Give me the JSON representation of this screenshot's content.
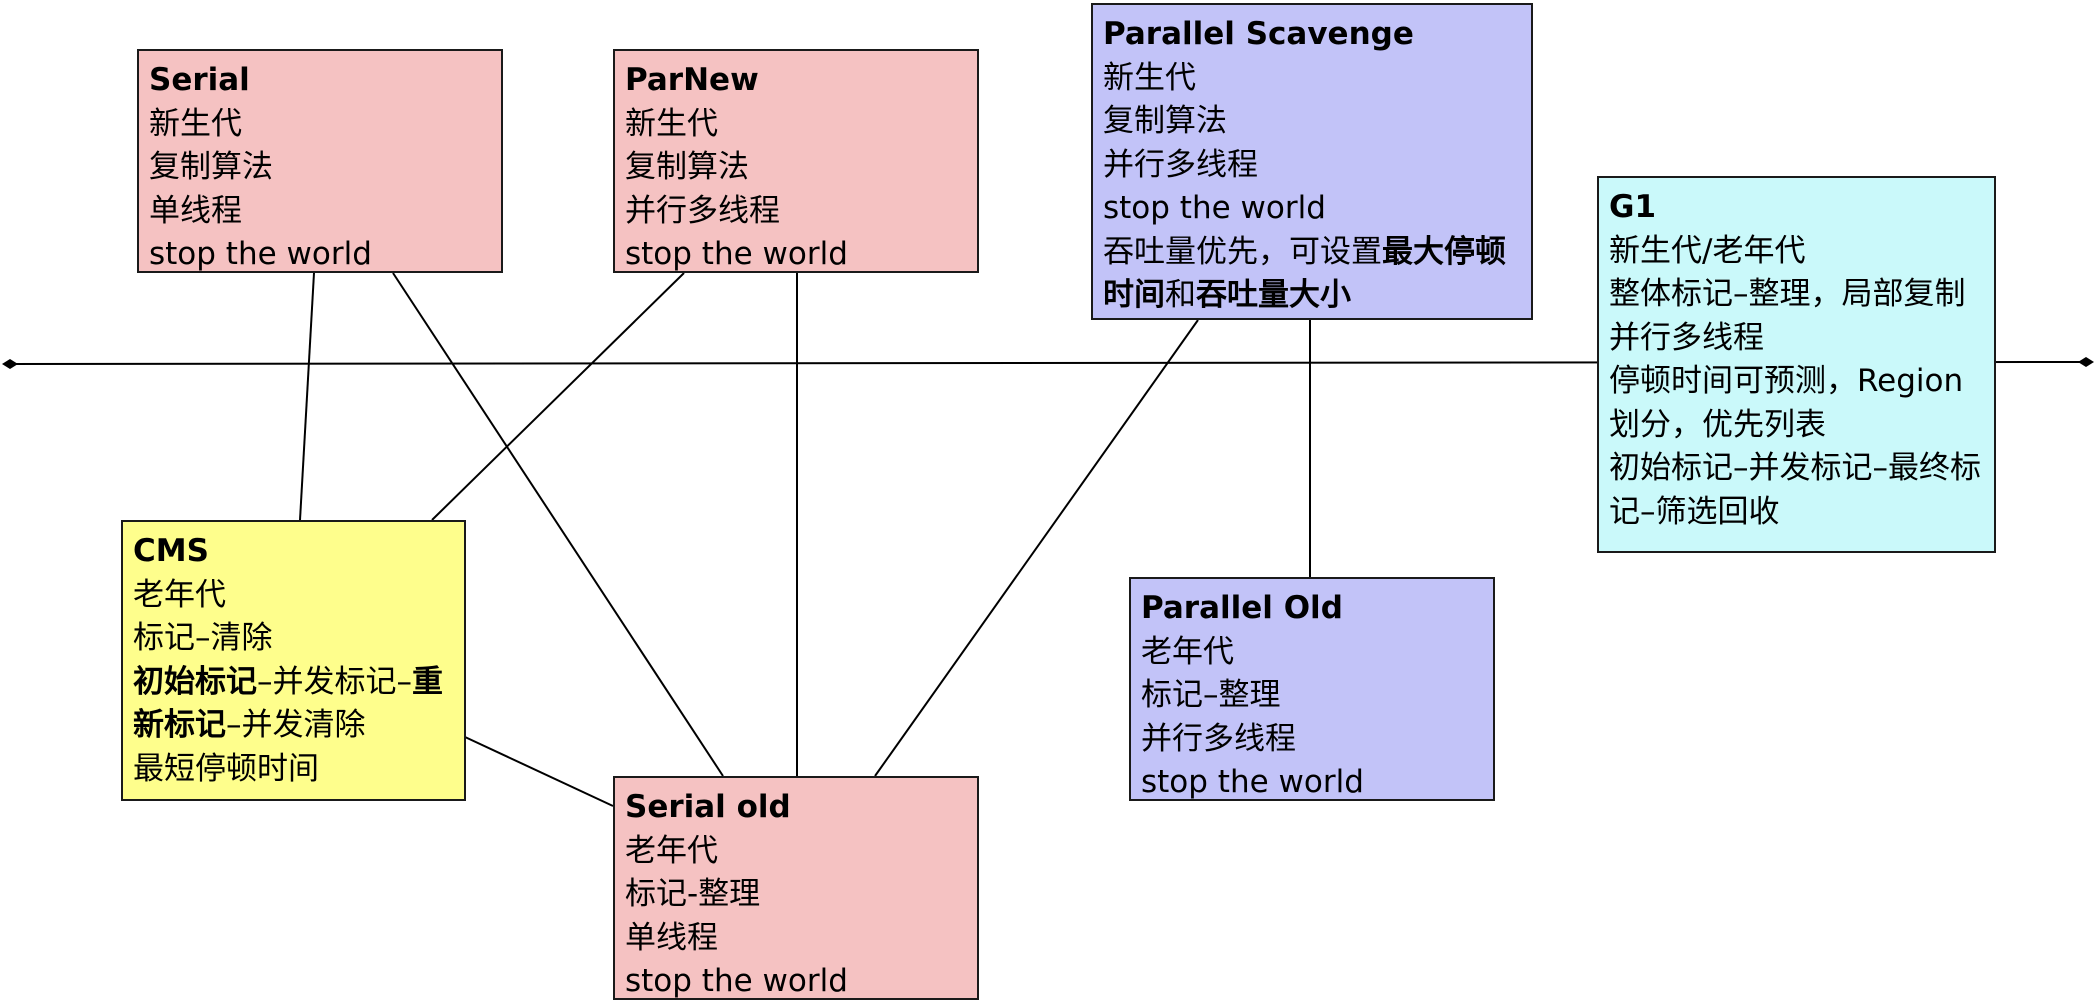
{
  "colors": {
    "serial_family": "#f5c2c2",
    "parallel_family": "#c2c3f8",
    "cms": "#fefe8c",
    "g1": "#caf9fa",
    "line": "#000000"
  },
  "nodes": {
    "serial": {
      "title": "Serial",
      "lines": [
        "新生代",
        "复制算法",
        "单线程",
        "stop the world"
      ]
    },
    "parnew": {
      "title": "ParNew",
      "lines": [
        "新生代",
        "复制算法",
        "并行多线程",
        "stop the world"
      ]
    },
    "parallel_scavenge": {
      "title": "Parallel Scavenge",
      "lines": [
        "新生代",
        "复制算法",
        "并行多线程",
        "stop the world"
      ],
      "feature": {
        "p1": "吞吐量优先，可设置",
        "b1": "最大停顿时间",
        "p2": "和",
        "b2": "吞吐量大小"
      }
    },
    "g1": {
      "title": "G1",
      "lines": [
        "新生代/老年代",
        "整体标记–整理，局部复制",
        "并行多线程",
        "停顿时间可预测，Region划分，优先列表",
        "初始标记–并发标记–最终标记–筛选回收"
      ]
    },
    "cms": {
      "title": "CMS",
      "lines": [
        "老年代",
        "标记–清除"
      ],
      "phases": {
        "b1": "初始标记",
        "p1": "–并发标记–",
        "b2": "重新标记",
        "p2": "–并发清除"
      },
      "last": "最短停顿时间"
    },
    "parallel_old": {
      "title": "Parallel Old",
      "lines": [
        "老年代",
        "标记–整理",
        "并行多线程",
        "stop the world"
      ]
    },
    "serial_old": {
      "title": "Serial old",
      "lines": [
        "老年代",
        "标记-整理",
        "单线程",
        "stop the world"
      ]
    }
  },
  "connections": [
    [
      "serial",
      "cms"
    ],
    [
      "serial",
      "serial_old"
    ],
    [
      "parnew",
      "cms"
    ],
    [
      "parnew",
      "serial_old"
    ],
    [
      "parallel_scavenge",
      "serial_old"
    ],
    [
      "parallel_scavenge",
      "parallel_old"
    ],
    [
      "cms",
      "serial_old"
    ]
  ]
}
